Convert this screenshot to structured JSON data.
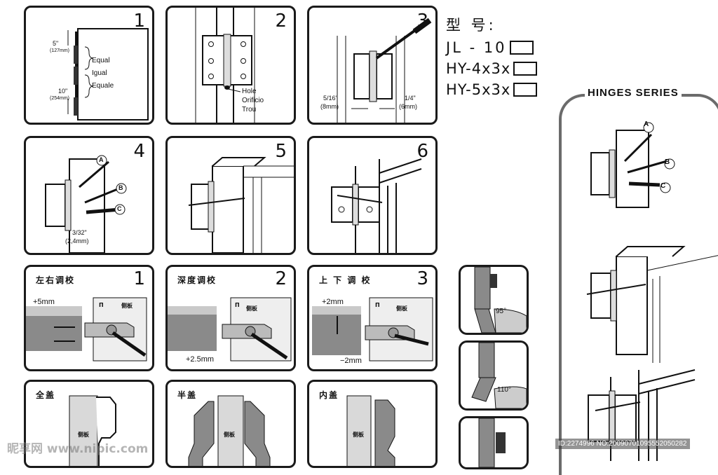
{
  "steps_top": [
    {
      "number": "1",
      "labels": {
        "top": "5\"",
        "top_mm": "(127mm)",
        "equal": "Equal",
        "igual": "Igual",
        "equale": "Equale",
        "bottom": "10\"",
        "bottom_mm": "(254mm)"
      }
    },
    {
      "number": "2",
      "labels": {
        "hole": "Hole",
        "orificio": "Orificio",
        "trou": "Trou"
      }
    },
    {
      "number": "3",
      "labels": {
        "left": "5/16\"",
        "left_mm": "(8mm)",
        "right": "1/4\"",
        "right_mm": "(6mm)"
      }
    },
    {
      "number": "4",
      "labels": {
        "a": "A",
        "b": "B",
        "c": "C",
        "drill": "3/32\"",
        "drill_mm": "(2,4mm)"
      }
    },
    {
      "number": "5"
    },
    {
      "number": "6"
    }
  ],
  "adjust": [
    {
      "number": "1",
      "title": "左右调校",
      "amount": "+5mm",
      "side_panel": "侧板",
      "mark": "П"
    },
    {
      "number": "2",
      "title": "深度调校",
      "amount": "+2.5mm",
      "side_panel": "侧板",
      "mark": "П"
    },
    {
      "number": "3",
      "title": "上 下 调 校",
      "amount_up": "+2mm",
      "amount_down": "−2mm",
      "side_panel": "侧板",
      "mark": "П"
    }
  ],
  "overlay": [
    {
      "title": "全盖",
      "side_panel": "侧板"
    },
    {
      "title": "半盖",
      "side_panel": "侧板"
    },
    {
      "title": "内盖",
      "side_panel": "侧板"
    }
  ],
  "angles": [
    "95°",
    "110°"
  ],
  "model": {
    "title": "型 号:",
    "items": [
      "JL - 10",
      "HY-4x3x",
      "HY-5x3x"
    ]
  },
  "series": {
    "title": "HINGES SERIES",
    "labels": {
      "a": "A",
      "b": "B",
      "c": "C"
    }
  },
  "watermark": {
    "logo": "昵享网 www.nipic.com",
    "id": "ID:2274996 NO:20090701095552050282"
  }
}
